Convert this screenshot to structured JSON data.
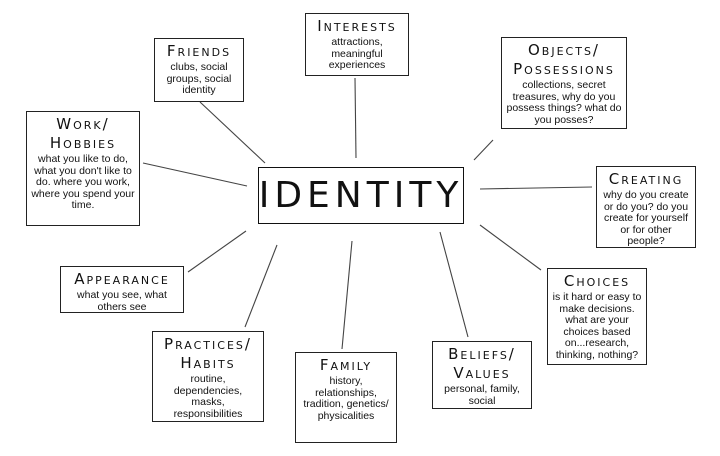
{
  "center": {
    "label": "IDENTITY"
  },
  "nodes": [
    {
      "id": "interests",
      "title": "Interests",
      "desc": "attractions, meaningful experiences"
    },
    {
      "id": "friends",
      "title": "Friends",
      "desc": "clubs, social groups, social identity"
    },
    {
      "id": "objects",
      "title": "Objects/ Possessions",
      "desc": "collections, secret treasures, why do you possess things?  what do you posses?"
    },
    {
      "id": "work",
      "title": "Work/ Hobbies",
      "desc": "what you like to do, what you don't like to do.  where you work, where you spend your time."
    },
    {
      "id": "creating",
      "title": "Creating",
      "desc": "why do you create or do you?  do you create for yourself or for other people?"
    },
    {
      "id": "appearance",
      "title": "Appearance",
      "desc": "what you see, what others see"
    },
    {
      "id": "choices",
      "title": "Choices",
      "desc": "is it hard or easy to make decisions. what are your choices based on...research, thinking, nothing?"
    },
    {
      "id": "practices",
      "title": "Practices/ Habits",
      "desc": "routine, dependencies, masks, responsibilities"
    },
    {
      "id": "family",
      "title": "Family",
      "desc": "history, relationships, tradition, genetics/ physicalities"
    },
    {
      "id": "beliefs",
      "title": "Beliefs/ Values",
      "desc": "personal, family, social"
    }
  ]
}
